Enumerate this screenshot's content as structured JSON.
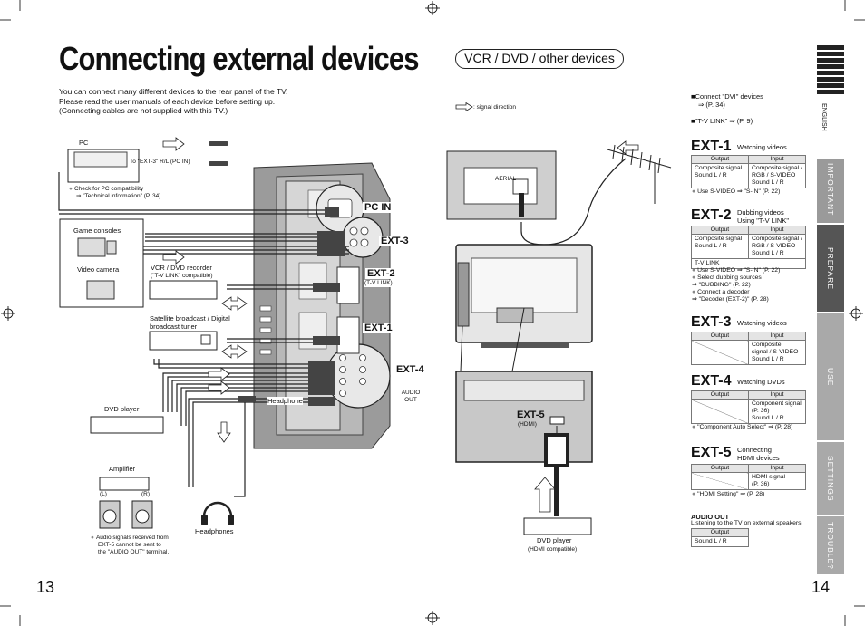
{
  "title": "Connecting external devices",
  "section_badge": "VCR / DVD / other devices",
  "intro": [
    "You can connect many different devices to the rear panel of the TV.",
    "Please read the user manuals of each device before setting up.",
    "(Connecting cables are not supplied with this TV.)"
  ],
  "signal_direction": ": signal direction",
  "notes_top": {
    "dvi": "Connect \"DVI\" devices",
    "dvi_ref": "⇒ (P. 34)",
    "tvlink": "\"T-V LINK\" ⇒ (P. 9)"
  },
  "left_devices": {
    "pc": "PC",
    "pc_cable": "To \"EXT-3\" R/L (PC IN)",
    "pc_note1": "Check for PC compatibility",
    "pc_note2": "⇒ \"Technical information\" (P. 34)",
    "game": "Game consoles",
    "camera": "Video camera",
    "vcr": "VCR / DVD recorder",
    "vcr_sub": "(\"T-V LINK\" compatible)",
    "sat": "Satellite broadcast / Digital broadcast tuner",
    "dvd": "DVD player",
    "headphone_port": "Headphone",
    "amplifier": "Amplifier",
    "amp_l": "(L)",
    "amp_r": "(R)",
    "headphones": "Headphones",
    "audio_note1": "Audio signals received from",
    "audio_note2": "EXT-5 cannot be sent to",
    "audio_note3": "the \"AUDIO OUT\" terminal."
  },
  "panel_labels": {
    "pcin": "PC IN",
    "ext3": "EXT-3",
    "ext2": "EXT-2",
    "ext2_sub": "(T-V LINK)",
    "ext1": "EXT-1",
    "ext4": "EXT-4",
    "audio_out": "AUDIO OUT",
    "aerial": "AERIAL",
    "ext5": "EXT-5",
    "ext5_sub": "(HDMI)",
    "dvd_hdmi": "DVD player",
    "dvd_hdmi_sub": "(HDMI compatible)"
  },
  "ext_tables": [
    {
      "name": "EXT-1",
      "purpose": "Watching videos",
      "output": "Composite signal\nSound L / R",
      "input": "Composite signal /\nRGB / S-VIDEO\nSound L / R",
      "extra": null,
      "notes": [
        "Use S-VIDEO ⇒ \"S-IN\" (P. 22)"
      ]
    },
    {
      "name": "EXT-2",
      "purpose": "Dubbing videos\nUsing \"T-V LINK\"",
      "output": "Composite signal\nSound L / R",
      "input": "Composite signal /\nRGB / S-VIDEO\nSound L / R",
      "extra": "T-V LINK",
      "notes": [
        "Use S-VIDEO ⇒ \"S-IN\" (P. 22)",
        "Select dubbing sources\n⇒ \"DUBBING\" (P. 22)",
        "Connect a decoder\n⇒ \"Decoder (EXT-2)\" (P. 28)"
      ]
    },
    {
      "name": "EXT-3",
      "purpose": "Watching videos",
      "output": "",
      "input": "Composite\nsignal / S-VIDEO\nSound L / R",
      "extra": null,
      "notes": []
    },
    {
      "name": "EXT-4",
      "purpose": "Watching DVDs",
      "output": "",
      "input": "Component signal\n(P. 36)\nSound L / R",
      "extra": null,
      "notes": [
        "\"Component Auto Select\" ⇒ (P. 28)"
      ]
    },
    {
      "name": "EXT-5",
      "purpose": "Connecting\nHDMI devices",
      "output": "",
      "input": "HDMI signal\n(P. 36)",
      "extra": null,
      "notes": [
        "\"HDMI Setting\" ⇒ (P. 28)"
      ]
    }
  ],
  "table_headers": {
    "output": "Output",
    "input": "Input"
  },
  "audio_out": {
    "title": "AUDIO OUT",
    "desc": "Listening to the TV on external speakers",
    "output_header": "Output",
    "value": "Sound L / R"
  },
  "side_tabs": [
    {
      "label": "IMPORTANT!",
      "color": "#9a9a9a"
    },
    {
      "label": "PREPARE",
      "color": "#555555"
    },
    {
      "label": "USE",
      "color": "#a9a9a9"
    },
    {
      "label": "SETTINGS",
      "color": "#a9a9a9"
    },
    {
      "label": "TROUBLE?",
      "color": "#a9a9a9"
    }
  ],
  "language": "ENGLISH",
  "page_left": "13",
  "page_right": "14"
}
